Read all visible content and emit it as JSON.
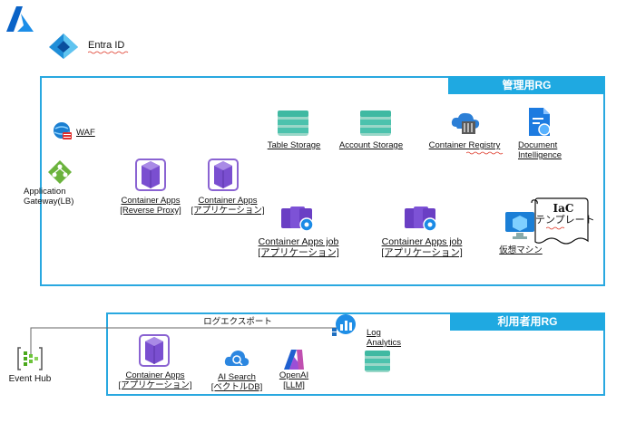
{
  "entra": {
    "label": "Entra ID"
  },
  "mgmt_rg": {
    "title": "管理用RG",
    "waf": "WAF",
    "app_gateway": [
      "Application",
      "Gateway(LB)"
    ],
    "ca_proxy": [
      "Container Apps",
      "[Reverse Proxy]"
    ],
    "ca_app": [
      "Container Apps",
      "[アプリケーション]"
    ],
    "table_storage": "Table Storage",
    "account_storage": "Account Storage",
    "container_registry": "Container Registry",
    "document_intelligence": [
      "Document",
      "Intelligence"
    ],
    "job1": [
      "Container Apps job",
      "[アプリケーション]"
    ],
    "job2": [
      "Container Apps job",
      "[アプリケーション]"
    ],
    "vm": "仮想マシン",
    "iac": [
      "IaC",
      "テンプレート"
    ]
  },
  "user_rg": {
    "title": "利用者用RG",
    "ca_app": [
      "Container Apps",
      "[アプリケーション]"
    ],
    "ai_search": [
      "AI Search",
      "[ベクトルDB]"
    ],
    "openai": [
      "OpenAI",
      "[LLM]"
    ],
    "log_analytics": [
      "Log",
      "Analytics"
    ]
  },
  "event_hub": "Event Hub",
  "log_export": "ログエクスポート",
  "colors": {
    "rg_border": "#29a8e0",
    "rg_title_bg": "#1fa9e1",
    "azure_blue": "#0a6fd6"
  }
}
